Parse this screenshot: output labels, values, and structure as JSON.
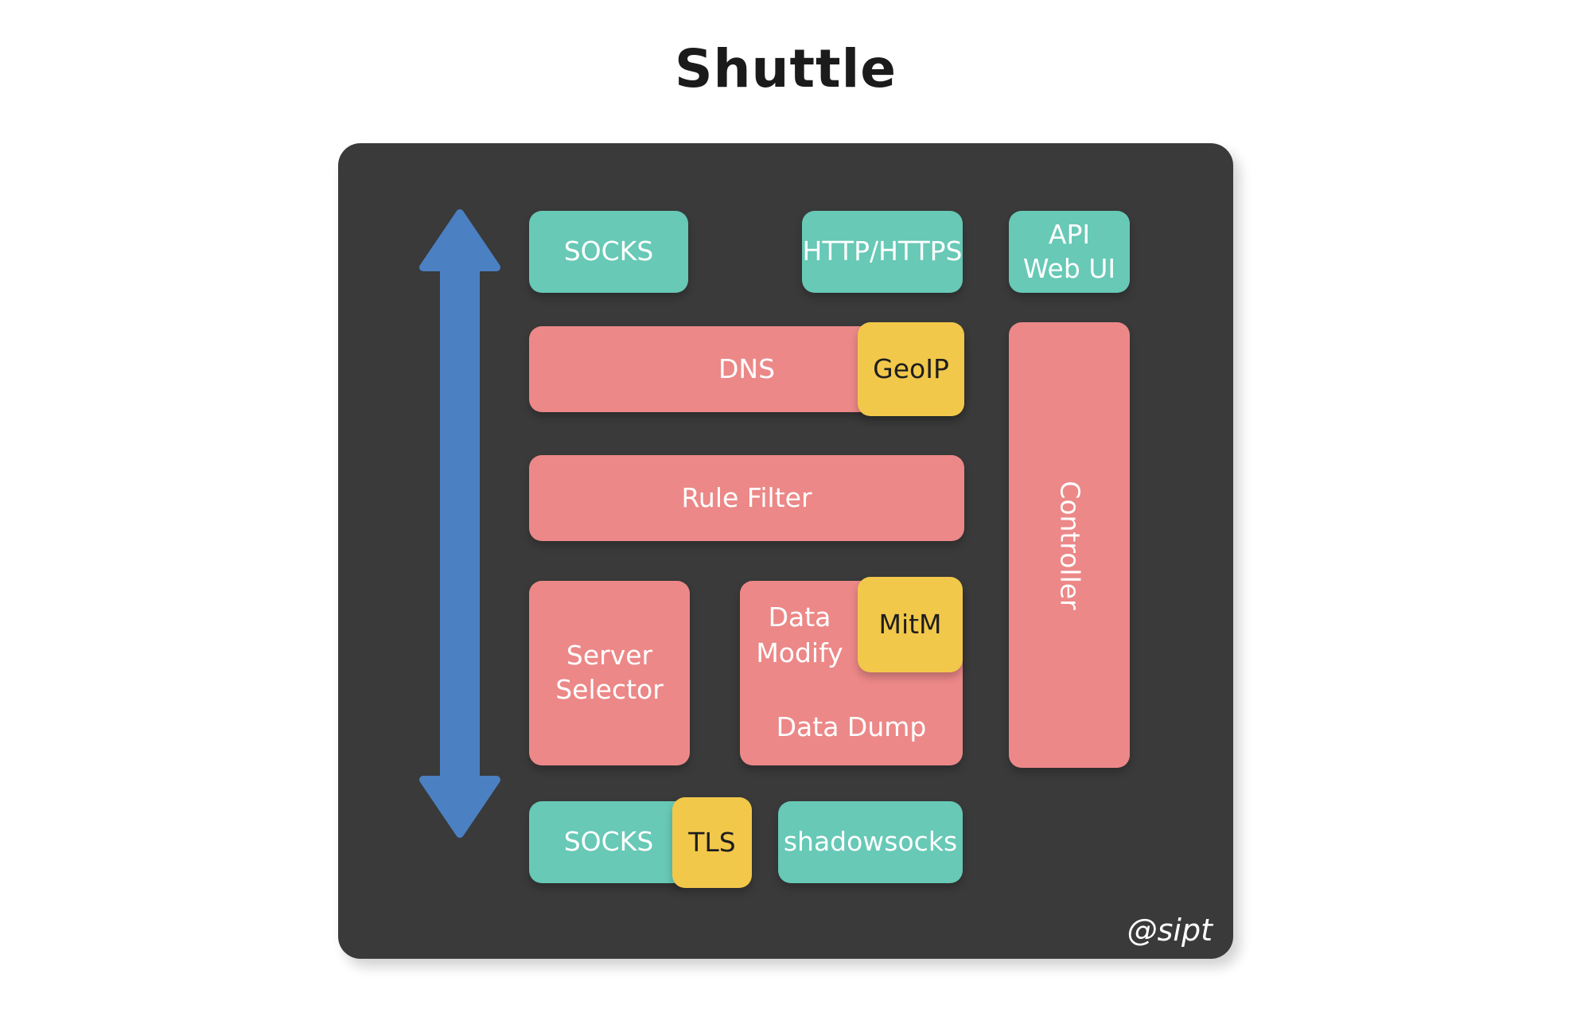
{
  "title": "Shuttle",
  "credit": "@sipt",
  "colors": {
    "background": "#ffffff",
    "panel": "#3a3a3a",
    "teal": "#67c9b6",
    "red": "#ec8888",
    "yellow": "#f2c84b",
    "arrow_blue": "#4b80c3",
    "title_text": "#1b1b1b",
    "light_text": "#ffffff",
    "dark_text": "#1e1e1e"
  },
  "nodes": {
    "socks_top": {
      "label": "SOCKS"
    },
    "http": {
      "label": "HTTP/HTTPS"
    },
    "api": {
      "label": "API\nWeb UI"
    },
    "dns": {
      "label": "DNS"
    },
    "geoip": {
      "label": "GeoIP"
    },
    "rule_filter": {
      "label": "Rule Filter"
    },
    "server_selector": {
      "label": "Server\nSelector"
    },
    "data_modify": {
      "label": "Data\nModify"
    },
    "mitm": {
      "label": "MitM"
    },
    "data_dump": {
      "label": "Data Dump"
    },
    "controller": {
      "label": "Controller"
    },
    "socks_bottom": {
      "label": "SOCKS"
    },
    "tls": {
      "label": "TLS"
    },
    "shadowsocks": {
      "label": "shadowsocks"
    }
  },
  "arrow": {
    "meaning": "bidirectional-traffic-flow"
  }
}
